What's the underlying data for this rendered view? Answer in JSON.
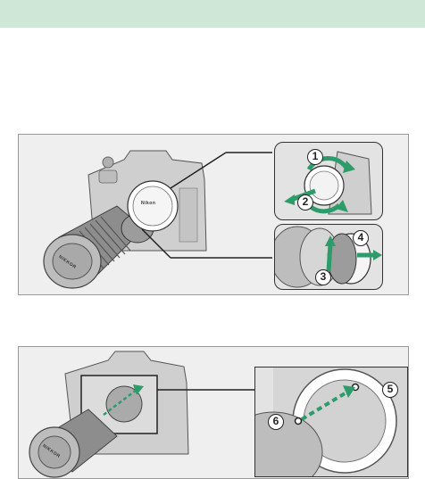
{
  "colors": {
    "header_bg": "#cfe7d6",
    "accent_arrow": "#2e9b6a",
    "panel_bg": "#efefef"
  },
  "figure1": {
    "body_cap_brand": "Nikon",
    "lens_brand": "NIKKOR",
    "steps": [
      "1",
      "2",
      "3",
      "4"
    ]
  },
  "figure2": {
    "lens_brand": "NIKKOR",
    "steps": [
      "5",
      "6"
    ]
  },
  "icons": [
    "curved-rotate-arrow-icon",
    "straight-arrow-icon",
    "mount-index-dot-icon"
  ]
}
